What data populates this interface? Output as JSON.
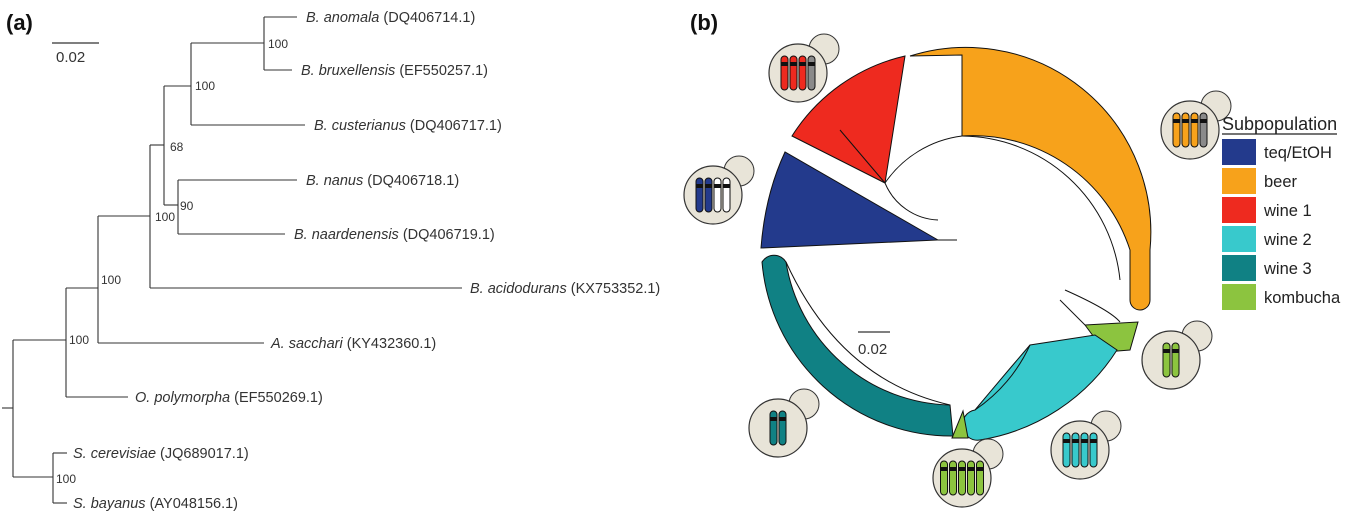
{
  "panel_a": {
    "label": "(a)",
    "scale_bar_label": "0.02",
    "taxa": [
      {
        "genus": "B. anomala",
        "accession": "(DQ406714.1)"
      },
      {
        "genus": "B. bruxellensis",
        "accession": "(EF550257.1)"
      },
      {
        "genus": "B. custerianus",
        "accession": "(DQ406717.1)"
      },
      {
        "genus": "B. nanus",
        "accession": "(DQ406718.1)"
      },
      {
        "genus": "B. naardenensis",
        "accession": "(DQ406719.1)"
      },
      {
        "genus": "B. acidodurans",
        "accession": "(KX753352.1)"
      },
      {
        "genus": "A. sacchari",
        "accession": "(KY432360.1)"
      },
      {
        "genus": "O. polymorpha",
        "accession": "(EF550269.1)"
      },
      {
        "genus": "S. cerevisiae",
        "accession": "(JQ689017.1)"
      },
      {
        "genus": "S. bayanus",
        "accession": "(AY048156.1)"
      }
    ],
    "bootstrap": [
      "100",
      "100",
      "68",
      "90",
      "100",
      "100",
      "100",
      "100"
    ]
  },
  "panel_b": {
    "label": "(b)",
    "scale_bar_label": "0.02",
    "legend": {
      "title": "Subpopulation",
      "items": [
        {
          "label": "teq/EtOH",
          "color": "#233a8c"
        },
        {
          "label": "beer",
          "color": "#f7a21b"
        },
        {
          "label": "wine 1",
          "color": "#ee2a1f"
        },
        {
          "label": "wine 2",
          "color": "#38c9cc"
        },
        {
          "label": "wine 3",
          "color": "#108184"
        },
        {
          "label": "kombucha",
          "color": "#8cc43f"
        }
      ]
    },
    "cell_background": "#e8e4d8",
    "chromosome_extra_colors": {
      "gray": "#8a8a8a",
      "white": "#ffffff"
    }
  }
}
